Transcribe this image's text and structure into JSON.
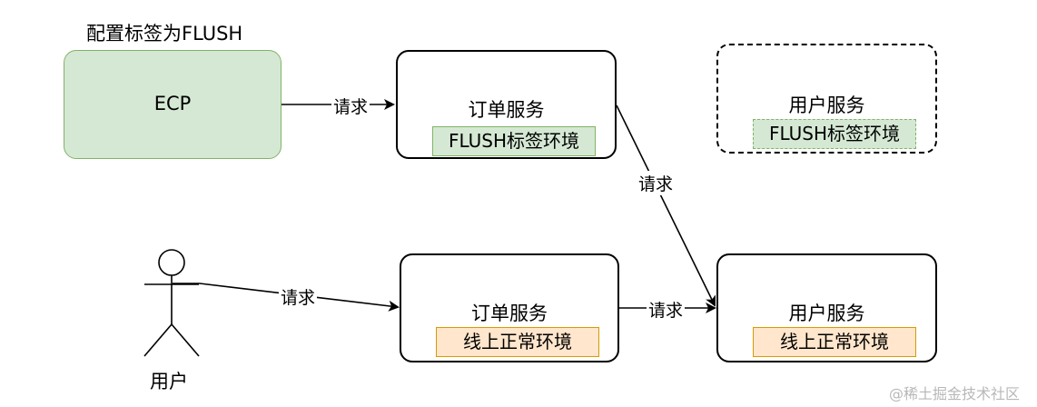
{
  "caption": "配置标签为FLUSH",
  "ecp": {
    "label": "ECP"
  },
  "order_flush": {
    "title": "订单服务",
    "tag": "FLUSH标签环境"
  },
  "user_flush": {
    "title": "用户服务",
    "tag": "FLUSH标签环境"
  },
  "order_online": {
    "title": "订单服务",
    "tag": "线上正常环境"
  },
  "user_online": {
    "title": "用户服务",
    "tag": "线上正常环境"
  },
  "actor": {
    "label": "用户"
  },
  "edges": {
    "ecp_to_order": "请求",
    "order_flush_to_user_online": "请求",
    "actor_to_order": "请求",
    "order_online_to_user_online": "请求"
  },
  "watermark": "@稀土掘金技术社区",
  "colors": {
    "green_fill": "#d5e8d4",
    "green_stroke": "#82b366",
    "orange_fill": "#ffe6cc",
    "orange_stroke": "#d79b00"
  }
}
